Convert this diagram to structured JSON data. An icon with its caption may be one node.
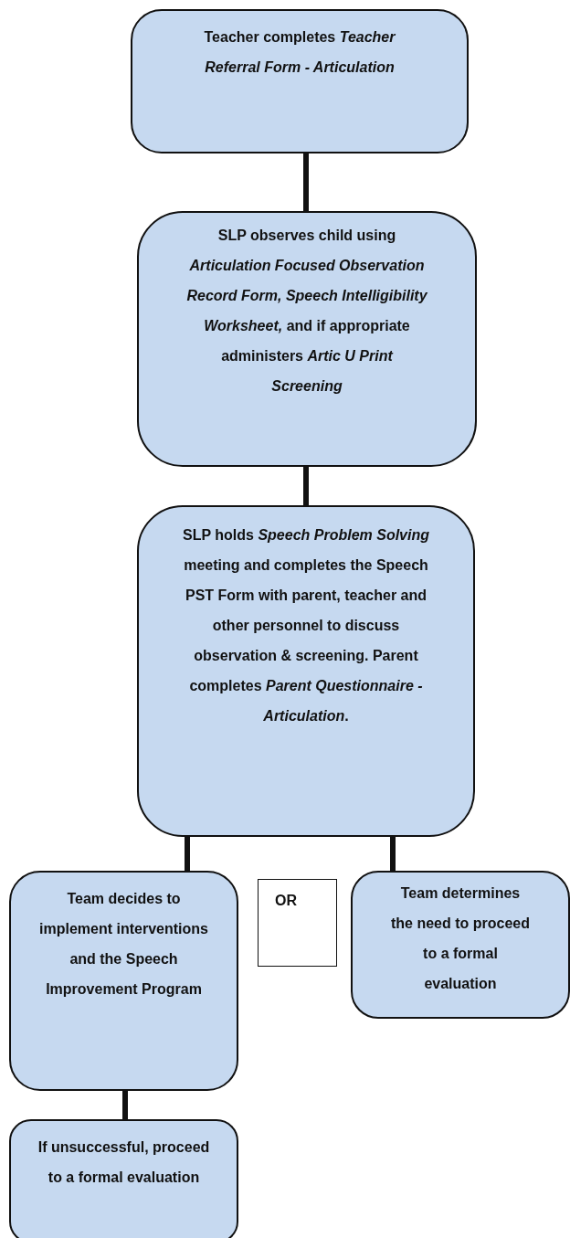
{
  "diagram": {
    "nodes": [
      {
        "text": [
          "Teacher completes *Teacher Referral Form - Articulation*"
        ]
      },
      {
        "text": [
          "SLP observes child using *Articulation Focused Observation Record Form, Speech Intelligibility Worksheet,* and if appropriate administers *Artic U Print Screening*"
        ]
      },
      {
        "text": [
          "SLP holds *Speech Problem Solving* meeting and completes the Speech PST Form with parent, teacher and other personnel to discuss observation & screening. Parent completes *Parent Questionnaire - Articulation*."
        ]
      },
      {
        "text": [
          "Team decides to implement interventions and the Speech Improvement Program"
        ]
      },
      {
        "text": [
          "OR"
        ]
      },
      {
        "text": [
          "Team determines the need to proceed to a formal evaluation"
        ]
      },
      {
        "text": [
          "If unsuccessful, proceed to a formal evaluation"
        ]
      }
    ],
    "edges": [
      {
        "from": 0,
        "to": 1,
        "arrow": "none"
      },
      {
        "from": 1,
        "to": 2,
        "arrow": "none"
      },
      {
        "from": 2,
        "to": 3,
        "arrow": "none"
      },
      {
        "from": 2,
        "to": 5,
        "arrow": "none"
      },
      {
        "from": 3,
        "to": 6,
        "arrow": "none"
      }
    ]
  }
}
